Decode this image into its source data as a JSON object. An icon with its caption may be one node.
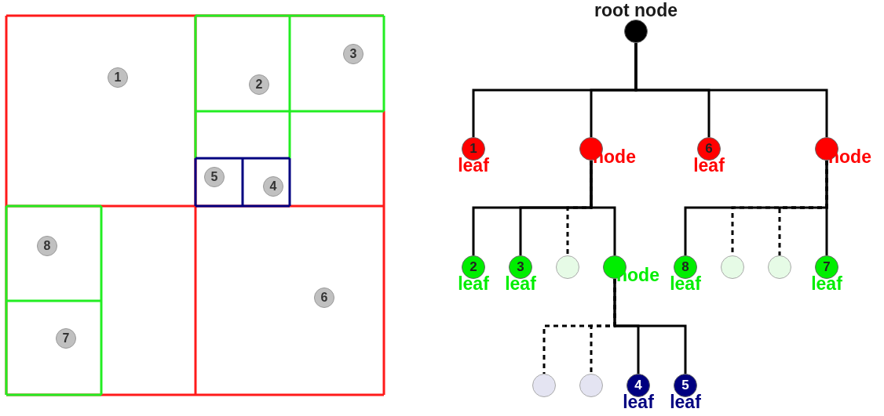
{
  "diagram": {
    "nodes": [
      {
        "text": [
          "1"
        ]
      },
      {
        "text": [
          "2"
        ]
      },
      {
        "text": [
          "3"
        ]
      },
      {
        "text": [
          "5"
        ]
      },
      {
        "text": [
          "4"
        ]
      },
      {
        "text": [
          "8"
        ]
      },
      {
        "text": [
          "6"
        ]
      },
      {
        "text": [
          "7"
        ]
      },
      {
        "text": [],
        "shape": "circle",
        "beside": [
          "root node"
        ]
      },
      {
        "text": [
          "1"
        ],
        "beside": [
          "leaf"
        ]
      },
      {
        "text": [],
        "shape": "circle",
        "beside": [
          "node"
        ]
      },
      {
        "text": [
          "6"
        ],
        "beside": [
          "leaf"
        ]
      },
      {
        "text": [],
        "shape": "circle",
        "beside": [
          "node"
        ]
      },
      {
        "text": [
          "2"
        ],
        "beside": [
          "leaf"
        ]
      },
      {
        "text": [
          "3"
        ],
        "beside": [
          "leaf"
        ]
      },
      {
        "text": [],
        "shape": "circle"
      },
      {
        "text": [],
        "shape": "circle",
        "beside": [
          "node"
        ]
      },
      {
        "text": [
          "8"
        ],
        "beside": [
          "leaf"
        ]
      },
      {
        "text": [],
        "shape": "circle"
      },
      {
        "text": [],
        "shape": "circle"
      },
      {
        "text": [
          "7"
        ],
        "beside": [
          "leaf"
        ]
      },
      {
        "text": [],
        "shape": "circle"
      },
      {
        "text": [],
        "shape": "circle"
      },
      {
        "text": [
          "4"
        ],
        "beside": [
          "leaf"
        ]
      },
      {
        "text": [
          "5"
        ],
        "beside": [
          "leaf"
        ]
      }
    ],
    "edges": [
      {
        "from": 8,
        "to": 9,
        "arrow": "none"
      },
      {
        "from": 8,
        "to": 10,
        "arrow": "none"
      },
      {
        "from": 8,
        "to": 11,
        "arrow": "none"
      },
      {
        "from": 8,
        "to": 12,
        "arrow": "none"
      },
      {
        "from": 10,
        "to": 13,
        "arrow": "none"
      },
      {
        "from": 10,
        "to": 14,
        "arrow": "none"
      },
      {
        "from": 10,
        "to": 15,
        "arrow": "none",
        "style": "dashed"
      },
      {
        "from": 10,
        "to": 16,
        "arrow": "none"
      },
      {
        "from": 12,
        "to": 17,
        "arrow": "none"
      },
      {
        "from": 12,
        "to": 18,
        "arrow": "none",
        "style": "dashed"
      },
      {
        "from": 12,
        "to": 19,
        "arrow": "none",
        "style": "dashed"
      },
      {
        "from": 12,
        "to": 20,
        "arrow": "none"
      },
      {
        "from": 16,
        "to": 21,
        "arrow": "none",
        "style": "dashed"
      },
      {
        "from": 16,
        "to": 22,
        "arrow": "none",
        "style": "dashed"
      },
      {
        "from": 16,
        "to": 23,
        "arrow": "none"
      },
      {
        "from": 16,
        "to": 24,
        "arrow": "none"
      }
    ]
  }
}
